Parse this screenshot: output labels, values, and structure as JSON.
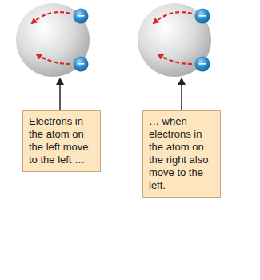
{
  "diagram": {
    "nodes": [
      {
        "text": [
          "Electrons in the atom on the left move to the left …"
        ]
      },
      {
        "text": [
          "… when electrons in the atom on the right also move to the left."
        ]
      }
    ],
    "labels": [
      "−",
      "−",
      "−",
      "−"
    ]
  }
}
